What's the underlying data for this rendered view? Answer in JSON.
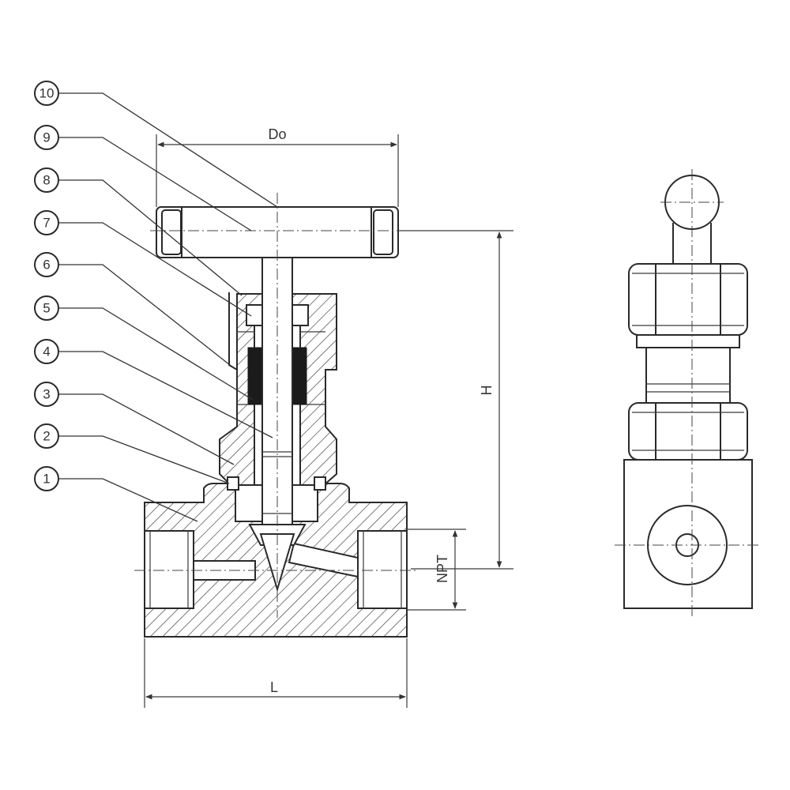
{
  "callouts": [
    "10",
    "9",
    "8",
    "7",
    "6",
    "5",
    "4",
    "3",
    "2",
    "1"
  ],
  "dimensions": {
    "handle_diameter": "Do",
    "height": "H",
    "thread": "NPT",
    "length": "L"
  },
  "colors": {
    "line": "#2a2a2a",
    "packing": "#1b1b1b",
    "background": "#ffffff"
  }
}
